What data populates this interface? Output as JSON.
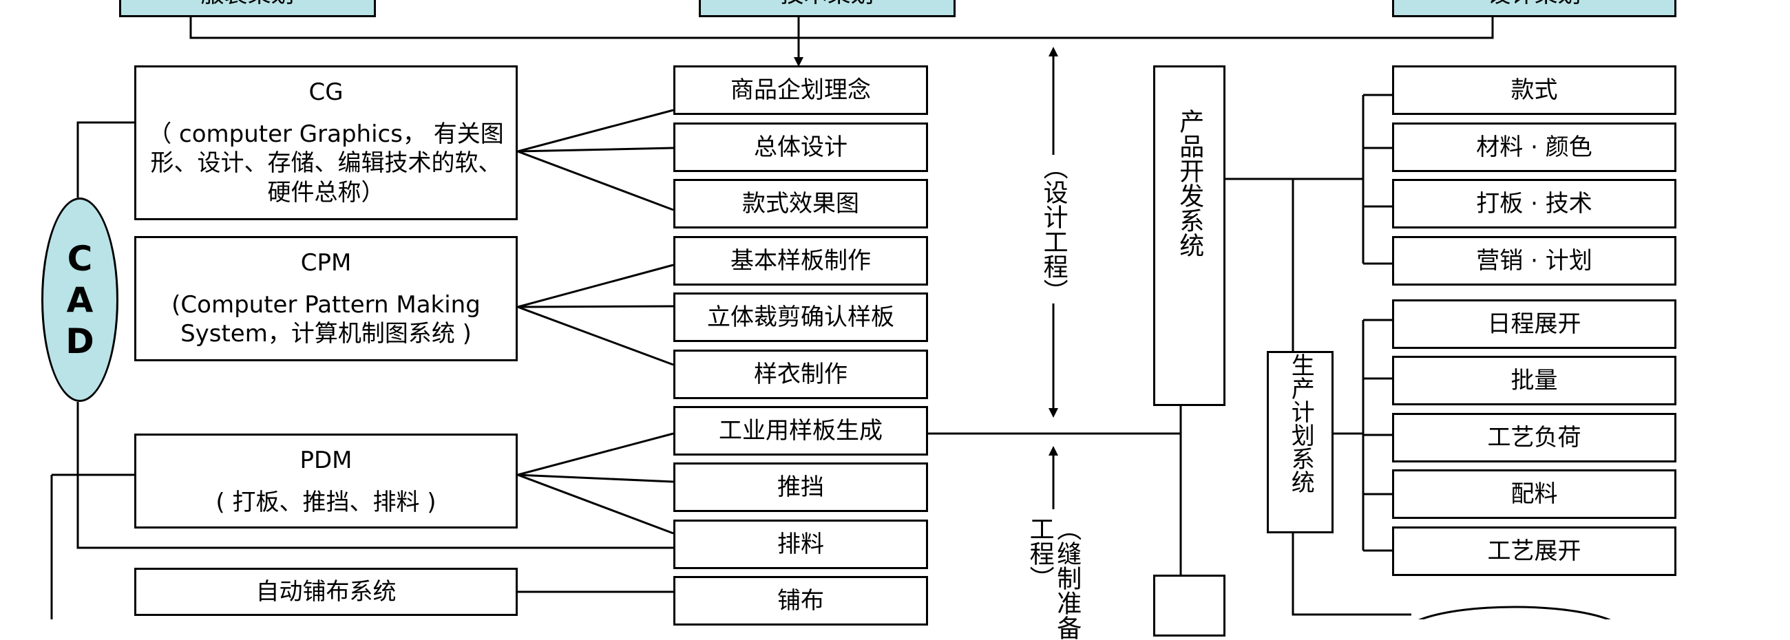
{
  "top_boxes": [
    "服装策划",
    "技术策划",
    "设计策划"
  ],
  "cad": [
    "C",
    "A",
    "D"
  ],
  "left_groups": {
    "cg": {
      "title": "CG",
      "desc": "（ computer Graphics， 有关图形、设计、存储、编辑技术的软、硬件总称）"
    },
    "cpm": {
      "title": "CPM",
      "desc": "(Computer Pattern Making System，计算机制图系统 )"
    },
    "pdm": {
      "title": "PDM",
      "desc": "( 打板、推挡、排料 )"
    },
    "auto": {
      "title": "自动铺布系统"
    }
  },
  "middle_items": [
    "商品企划理念",
    "总体设计",
    "款式效果图",
    "基本样板制作",
    "立体裁剪确认样板",
    "样衣制作",
    "工业用样板生成",
    "推挡",
    "排料",
    "铺布"
  ],
  "vertical_labels": {
    "design_engineering": "（设计工程）",
    "sewing_prep": "（缝制准备工程）"
  },
  "product_dev_system": "产品开发系统",
  "production_plan_system": "生产计划系统",
  "right_top_items": [
    "款式",
    "材料 · 颜色",
    "打板 · 技术",
    "营销 · 计划"
  ],
  "right_bottom_items": [
    "日程展开",
    "批量",
    "工艺负荷",
    "配料",
    "工艺展开"
  ]
}
